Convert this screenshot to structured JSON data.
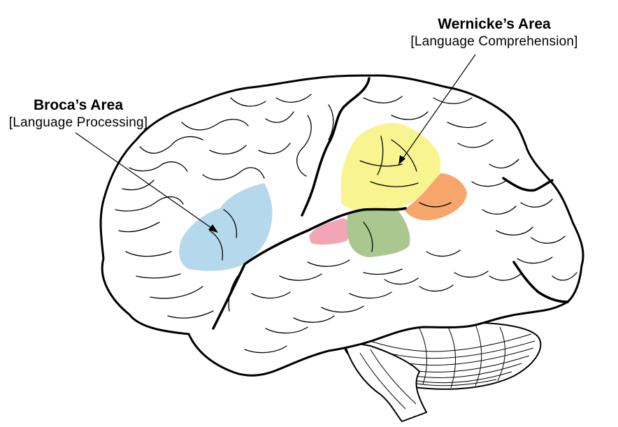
{
  "labels": {
    "broca": {
      "title": "Broca’s Area",
      "subtitle": "[Language Processing]"
    },
    "wernicke": {
      "title": "Wernicke’s Area",
      "subtitle": "[Language Comprehension]"
    }
  },
  "colors": {
    "broca_region": "#b5d8ec",
    "wernicke_region": "#f8f590",
    "angular_region": "#f7a66b",
    "pink_region": "#f2a5b5",
    "green_region": "#a9c78e",
    "outline": "#000000"
  }
}
